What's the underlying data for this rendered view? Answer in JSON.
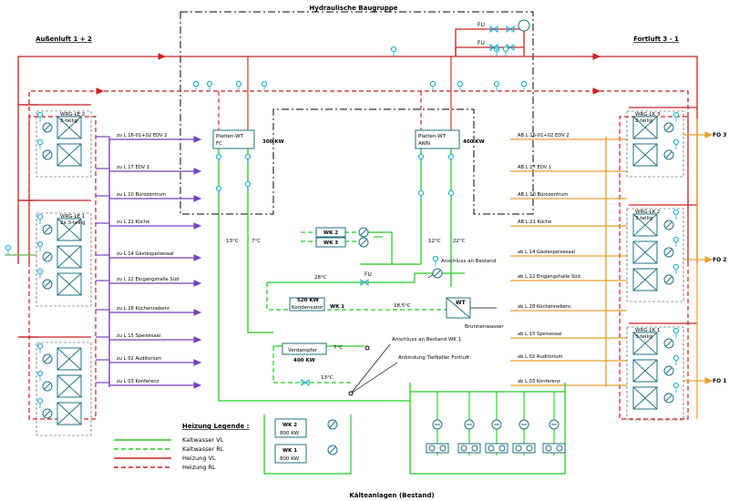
{
  "title": "Hydraulische Baugruppe",
  "footer": "Kälteanlagen (Bestand)",
  "left_header": "Außenluft  1 + 2",
  "right_header": "Fortluft  3 - 1",
  "units": {
    "left": [
      "WRG-LE 2\n3-teilig",
      "WRG-LE 1\n2x 3-teilig",
      ""
    ],
    "right": [
      "WRG-LK 3\n2-teilig",
      "WRG-LK 2\n3-teilig",
      "WRG-LK 1\n3-teilig"
    ]
  },
  "fo_labels": [
    "FO 3",
    "FO 2",
    "FO 1"
  ],
  "supply_labels": [
    "zu L 16-01+02 EDV 2",
    "zu L 17 EDV 1",
    "zu L 10 Bürozentrum",
    "zu L 21 Küche",
    "zu L 14 Gästespeisesaal",
    "zu L 22 Eingangshalle Süd",
    "zu L 28 Küchennebenr.",
    "zu L 15 Speisesaal",
    "zu L 02 Auditorium",
    "zu L 03 Konferenz"
  ],
  "exhaust_labels": [
    "AB L 16-01+02 EDV 2",
    "AB L 17 EDV 1",
    "AB L 10 Bürozentrum",
    "AB L 21 Küche",
    "ab L 14 Gästespeisesaal",
    "ab L 22 Eingangshalle Süd",
    "ab L 28 Küchennebenr.",
    "ab L 15 Speisesaal",
    "ab L 02 Auditorium",
    "ab L 03 Konferenz"
  ],
  "plates": [
    {
      "name": "Platten-WT\nFC",
      "power": "300 KW"
    },
    {
      "name": "Platten-WT\nAWN",
      "power": "400 KW"
    }
  ],
  "fu": [
    "FU",
    "FU",
    "FU"
  ],
  "wk_small": [
    "WK 2",
    "WK 3"
  ],
  "temps": [
    "13°C",
    "7°C",
    "12°C",
    "22°C",
    "28°C",
    "18,5°C",
    "7°C",
    "13°C"
  ],
  "connection_labels": [
    "Anschluss an Bestand",
    "Anschluss an Bestand  WK 1",
    "Anbindung Tiefkeller Fortluft"
  ],
  "condenser": {
    "power": "520 KW",
    "name": "Kondensator",
    "tag": "WK 1"
  },
  "wt_label": "WT",
  "brunnen_label": "Brunnenwasser",
  "evaporator": {
    "name": "Verdampfer",
    "power": "400 KW"
  },
  "wk_bottom": [
    {
      "name": "WK 2",
      "power": "800 KW"
    },
    {
      "name": "WK 1",
      "power": "800 KW"
    }
  ],
  "legend": {
    "title": "Heizung  Legende :",
    "items": [
      {
        "label": "Kaltwasser VL",
        "color": "#22cc22",
        "dashed": false
      },
      {
        "label": "Kaltwasser RL",
        "color": "#22cc22",
        "dashed": true
      },
      {
        "label": "Heizung VL",
        "color": "#cc2222",
        "dashed": false
      },
      {
        "label": "Heizung RL",
        "color": "#cc2222",
        "dashed": true
      }
    ]
  },
  "colors": {
    "heating": "#cc2222",
    "cooling": "#22cc22",
    "supply_air": "#7a3fc0",
    "exhaust_air": "#e8a030",
    "instrument": "#1aa9c9",
    "box": "#1f6f86"
  }
}
